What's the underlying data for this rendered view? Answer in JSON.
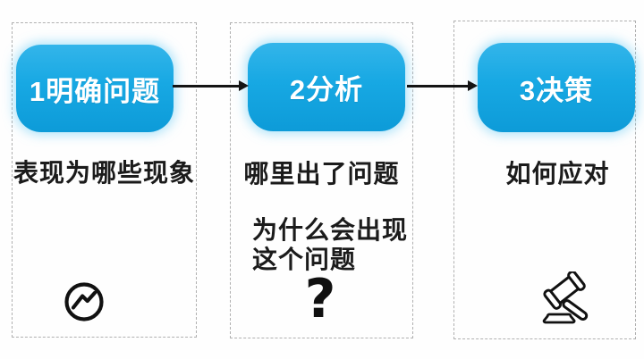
{
  "diagram": {
    "type": "flowchart",
    "direction": "left-to-right",
    "steps": [
      {
        "title": "1明确问题",
        "notes": [
          "表现为哪些现象"
        ],
        "icon": "trend-circle-icon"
      },
      {
        "title": "2分析",
        "notes": [
          "哪里出了问题",
          "为什么会出现\n这个问题"
        ],
        "icon": "question-mark-icon",
        "question_mark_glyph": "?"
      },
      {
        "title": "3决策",
        "notes": [
          "如何应对"
        ],
        "icon": "gavel-icon"
      }
    ],
    "connectors": [
      "arrow-right",
      "arrow-right"
    ]
  },
  "colors": {
    "box_blue_top": "#33b5ea",
    "box_blue_bottom": "#0d9bd8",
    "box_glow": "rgba(110,205,245,0.55)",
    "text": "#1b1b1b",
    "dashed_border": "#b0b0b0",
    "arrow": "#141414",
    "background": "#fefefe"
  }
}
